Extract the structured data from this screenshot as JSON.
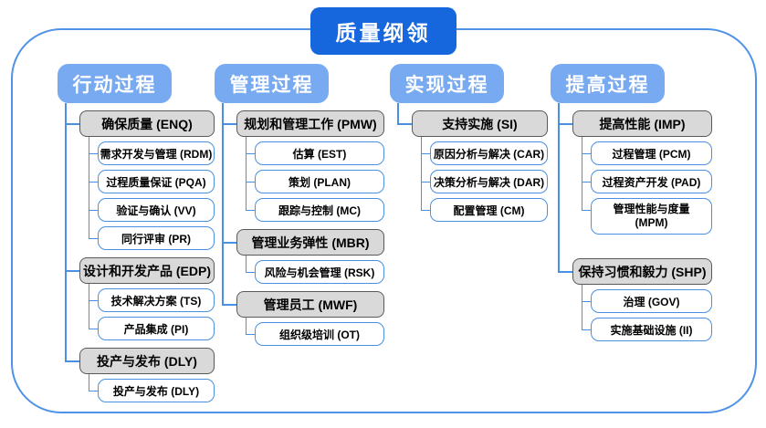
{
  "title": "质量纲领",
  "colors": {
    "title_blue": "#1666dd",
    "header_blue": "#78aaf2",
    "connector_blue": "#4a90e2",
    "frame_blue": "#4f93e8",
    "group_gray_fill": "#d9d9d9",
    "group_gray_border": "#595959"
  },
  "columns": [
    {
      "header": "行动过程",
      "groups": [
        {
          "label": "确保质量 (ENQ)",
          "children": [
            "需求开发与管理 (RDM)",
            "过程质量保证 (PQA)",
            "验证与确认 (VV)",
            "同行评审 (PR)"
          ]
        },
        {
          "label": "设计和开发产品 (EDP)",
          "children": [
            "技术解决方案 (TS)",
            "产品集成 (PI)"
          ]
        },
        {
          "label": "投产与发布 (DLY)",
          "children": [
            "投产与发布 (DLY)"
          ]
        }
      ]
    },
    {
      "header": "管理过程",
      "groups": [
        {
          "label": "规划和管理工作 (PMW)",
          "children": [
            "估算 (EST)",
            "策划 (PLAN)",
            "跟踪与控制 (MC)"
          ]
        },
        {
          "label": "管理业务弹性 (MBR)",
          "children": [
            "风险与机会管理 (RSK)"
          ]
        },
        {
          "label": "管理员工 (MWF)",
          "children": [
            "组织级培训 (OT)"
          ]
        }
      ]
    },
    {
      "header": "实现过程",
      "groups": [
        {
          "label": "支持实施 (SI)",
          "children": [
            "原因分析与解决 (CAR)",
            "决策分析与解决 (DAR)",
            "配置管理 (CM)"
          ]
        }
      ]
    },
    {
      "header": "提高过程",
      "groups": [
        {
          "label": "提高性能 (IMP)",
          "children": [
            "过程管理 (PCM)",
            "过程资产开发 (PAD)",
            {
              "label": "管理性能与度量 (MPM)",
              "two_line": true
            }
          ]
        },
        {
          "label": "保持习惯和毅力 (SHP)",
          "spaced": true,
          "children": [
            "治理 (GOV)",
            "实施基础设施 (II)"
          ]
        }
      ]
    }
  ]
}
